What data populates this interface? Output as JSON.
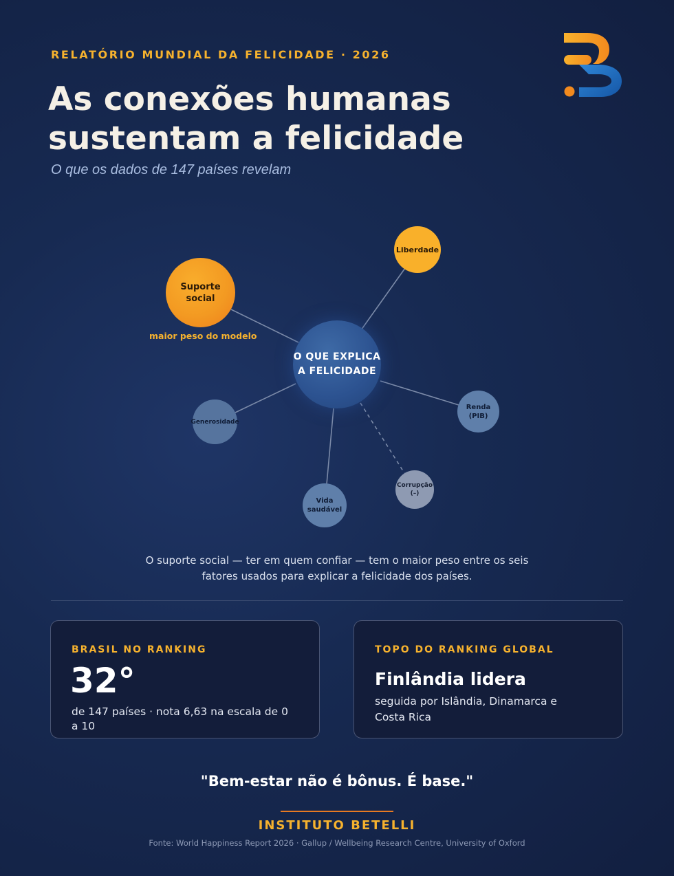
{
  "header": {
    "kicker": "RELATÓRIO MUNDIAL DA FELICIDADE · 2026",
    "title": "As conexões humanas sustentam a felicidade",
    "subtitle": "O que os dados de 147 países revelam"
  },
  "brand": {
    "logo_icon": "betelli-logo-icon",
    "colors": {
      "accent": "#f6b22e",
      "orange": "#ee7f1c",
      "blue": "#1f6fc0"
    }
  },
  "diagram": {
    "center": "O QUE EXPLICA\nA FELICIDADE",
    "nodes": {
      "social": "Suporte\nsocial",
      "liberdade": "Liberdade",
      "renda": "Renda\n(PIB)",
      "generosidade": "Generosidade",
      "vida": "Vida\nsaudável",
      "corrupcao": "Corrupção\n(–)"
    },
    "social_note": "maior peso do modelo"
  },
  "caption": "O suporte social — ter em quem confiar — tem o maior peso entre os seis fatores usados para explicar a felicidade dos países.",
  "cards": {
    "brasil": {
      "label": "BRASIL NO RANKING",
      "value": "32°",
      "desc": "de 147 países · nota 6,63 na escala de 0 a 10"
    },
    "topo": {
      "label": "TOPO DO RANKING GLOBAL",
      "headline": "Finlândia lidera",
      "desc": "seguida por Islândia, Dinamarca e Costa Rica"
    }
  },
  "footer": {
    "quote": "\"Bem-estar não é bônus. É base.\"",
    "org": "INSTITUTO BETELLI",
    "source": "Fonte: World Happiness Report 2026 · Gallup / Wellbeing Research Centre, University of Oxford"
  }
}
